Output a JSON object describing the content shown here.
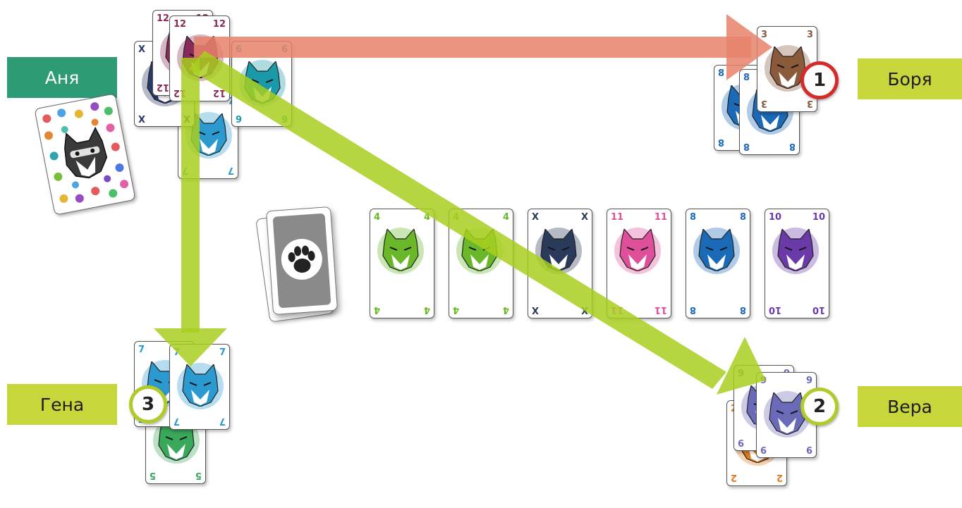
{
  "players": {
    "anya": {
      "name": "Аня",
      "color": "#2d9c75"
    },
    "borya": {
      "name": "Боря",
      "badge": "1",
      "badge_color": "#d62b2b"
    },
    "vera": {
      "name": "Вера",
      "badge": "2",
      "badge_color": "#b1cc2a"
    },
    "gena": {
      "name": "Гена",
      "badge": "3",
      "badge_color": "#b1cc2a"
    }
  },
  "arrows": {
    "to_borya_color": "#e8836b",
    "to_vera_color": "#a8cf1e",
    "to_gena_color": "#a8cf1e"
  },
  "anya_hand": [
    {
      "rank": "X",
      "color": "#2a3a6a"
    },
    {
      "rank": "12",
      "color": "#8a2a5a"
    },
    {
      "rank": "12",
      "color": "#8a2a5a"
    },
    {
      "rank": "6",
      "color": "#1a9aa8"
    },
    {
      "rank": "7",
      "color": "#2a9ad0"
    }
  ],
  "borya_hand": [
    {
      "rank": "8",
      "color": "#1a6ab8"
    },
    {
      "rank": "8",
      "color": "#1a6ab8"
    },
    {
      "rank": "3",
      "color": "#8a5a3a"
    }
  ],
  "vera_hand": [
    {
      "rank": "2",
      "color": "#e07a20"
    },
    {
      "rank": "9",
      "color": "#6a6ab8"
    },
    {
      "rank": "9",
      "color": "#6a6ab8"
    }
  ],
  "gena_hand": [
    {
      "rank": "5",
      "color": "#3aa85a"
    },
    {
      "rank": "7",
      "color": "#2a9ad0"
    },
    {
      "rank": "7",
      "color": "#2a9ad0"
    }
  ],
  "table_row": [
    {
      "rank": "4",
      "color": "#6ab82a"
    },
    {
      "rank": "4",
      "color": "#6ab82a"
    },
    {
      "rank": "X",
      "color": "#2a3a5a"
    },
    {
      "rank": "11",
      "color": "#e0509a"
    },
    {
      "rank": "8",
      "color": "#1a6ab8"
    },
    {
      "rank": "10",
      "color": "#6a3aa8"
    }
  ],
  "icons": {
    "draw_pile": "paw-icon",
    "face": "lynx-icon"
  }
}
